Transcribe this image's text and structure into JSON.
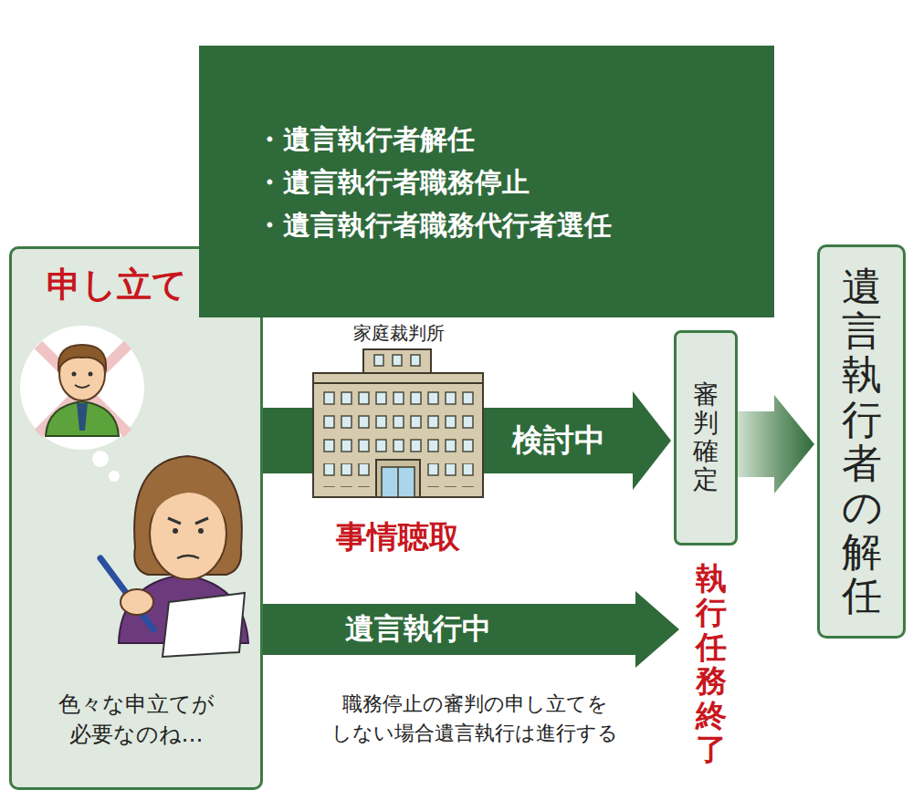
{
  "diagram": {
    "nodes": [
      {
        "text": [
          "・遺言執行者解任",
          "・遺言執行者職務停止",
          "・遺言執行者職務代行者選任"
        ]
      },
      {
        "text": [
          "申し立て",
          "色々な申立てが 必要なのね…"
        ]
      },
      {
        "text": [
          "審判確定"
        ]
      },
      {
        "text": [
          "遺言執行者の解任"
        ]
      },
      {
        "text": [
          "遺言執行中"
        ]
      }
    ],
    "edges": [
      {
        "from": 1,
        "to": 2,
        "label": "検討中",
        "arrow": "to"
      },
      {
        "from": 2,
        "to": 3,
        "arrow": "to"
      }
    ],
    "labels": [
      "家庭裁判所",
      "事情聴取",
      "執行任務終了",
      "職務停止の審判の申し立てを しない場合遺言執行は進行する"
    ]
  }
}
